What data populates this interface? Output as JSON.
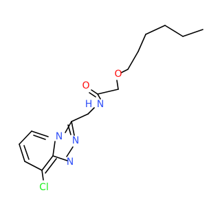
{
  "molecule": {
    "atoms": {
      "O_ether": "O",
      "O_carbonyl": "O",
      "N_amide": "N",
      "H_amide": "H",
      "N_bridge": "N",
      "N_triazole_a": "N",
      "N_triazole_b": "N",
      "Cl": "Cl"
    },
    "colors": {
      "oxygen": "#ff0d0d",
      "nitrogen": "#3050f8",
      "chlorine": "#1ff01f",
      "bond": "#000000"
    }
  }
}
